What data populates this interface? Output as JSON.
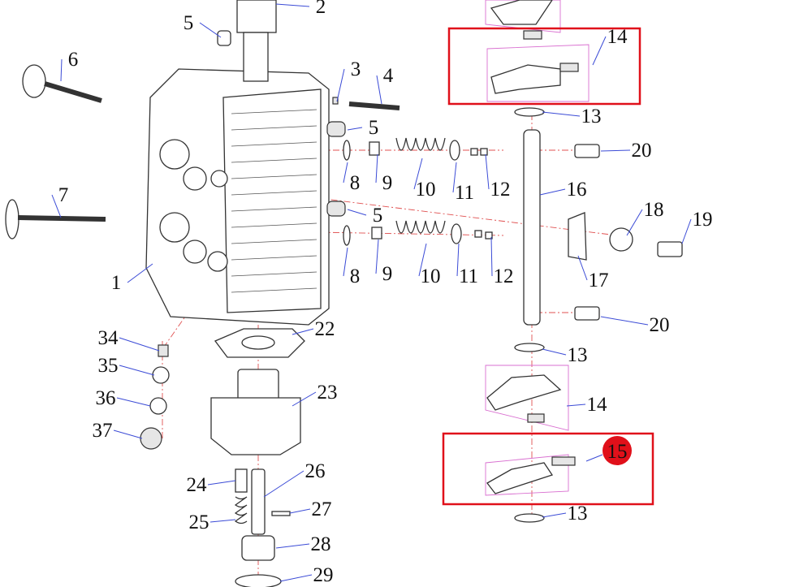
{
  "diagram": {
    "labels": [
      "2",
      "5",
      "6",
      "3",
      "4",
      "14",
      "13",
      "5",
      "20",
      "8",
      "9",
      "10",
      "11",
      "12",
      "16",
      "7",
      "5",
      "18",
      "19",
      "1",
      "8",
      "9",
      "10",
      "11",
      "12",
      "17",
      "20",
      "34",
      "22",
      "13",
      "35",
      "36",
      "23",
      "14",
      "37",
      "24",
      "26",
      "27",
      "25",
      "13",
      "28",
      "29"
    ],
    "highlight": {
      "label": "15",
      "color": "#e0101a"
    }
  }
}
